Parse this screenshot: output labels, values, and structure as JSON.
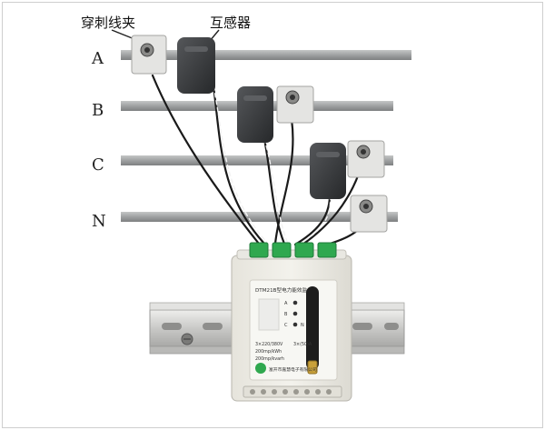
{
  "callouts": {
    "piercing_clamp": "穿刺线夹",
    "transformer": "互感器"
  },
  "phases": [
    "A",
    "B",
    "C",
    "N"
  ],
  "meter": {
    "model_label": "DTM21B型电力能效监",
    "indicators": [
      "A",
      "B",
      "C",
      "N"
    ],
    "spec_1": "3×220/380V",
    "spec_2": "3×(50)A",
    "spec_3": "200mp/kWh",
    "spec_4": "200mp/kvarh",
    "maker": "富开市嘉慧电子有限公司"
  },
  "colors": {
    "bus_bar": "#a6a8a8",
    "transformer": "#3a3c3f",
    "terminal_green": "#2fa84f",
    "antenna": "#1d1d1d",
    "din_rail": "#d5d5d3"
  }
}
